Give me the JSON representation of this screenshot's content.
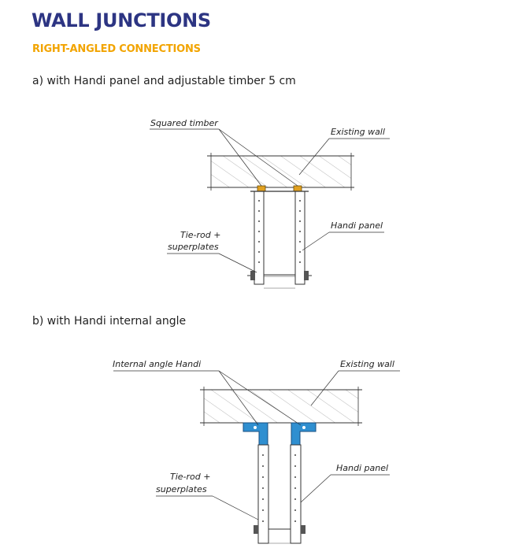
{
  "header": {
    "title": "WALL JUNCTIONS",
    "subtitle": "RIGHT-ANGLED CONNECTIONS"
  },
  "section_a": {
    "heading": "a) with Handi panel and adjustable timber 5 cm",
    "labels": {
      "squared_timber": "Squared timber",
      "existing_wall": "Existing wall",
      "tie_rod_line1": "Tie-rod +",
      "tie_rod_line2": "superplates",
      "handi_panel": "Handi panel"
    }
  },
  "section_b": {
    "heading": "b) with Handi internal angle",
    "labels": {
      "internal_angle": "Internal angle Handi",
      "existing_wall": "Existing wall",
      "tie_rod_line1": "Tie-rod +",
      "tie_rod_line2": "superplates",
      "handi_panel": "Handi panel"
    }
  },
  "colors": {
    "title": "#2d3583",
    "subtitle": "#f2a400",
    "timber": "#e0a020",
    "internal_angle": "#2f8fd0"
  }
}
